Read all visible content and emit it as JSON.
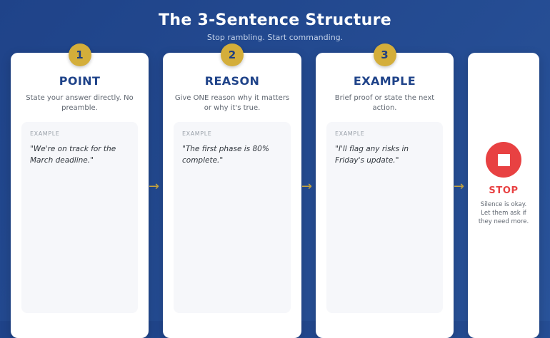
{
  "header": {
    "title": "The 3-Sentence Structure",
    "subtitle": "Stop rambling. Start commanding."
  },
  "steps": [
    {
      "number": "1",
      "title": "POINT",
      "description": "State your answer directly. No preamble.",
      "example_label": "EXAMPLE",
      "example": "\"We're on track for the March deadline.\""
    },
    {
      "number": "2",
      "title": "REASON",
      "description": "Give ONE reason why it matters or why it's true.",
      "example_label": "EXAMPLE",
      "example": "\"The first phase is 80% complete.\""
    },
    {
      "number": "3",
      "title": "EXAMPLE",
      "description": "Brief proof or state the next action.",
      "example_label": "EXAMPLE",
      "example": "\"I'll flag any risks in Friday's update.\""
    }
  ],
  "arrow": "→",
  "stop": {
    "title": "STOP",
    "description": "Silence is okay. Let them ask if they need more."
  },
  "colors": {
    "background": "#1f4389",
    "badge": "#d4ae3a",
    "stop": "#e84142",
    "title_blue": "#1f4389"
  }
}
